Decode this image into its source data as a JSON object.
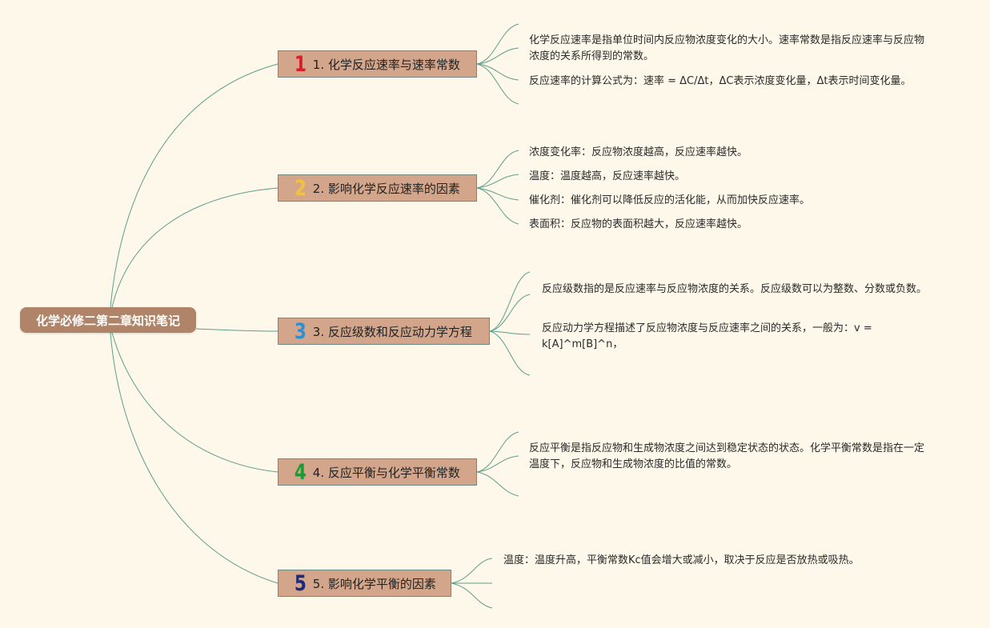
{
  "root": {
    "title": "化学必修二第二章知识笔记"
  },
  "topics": [
    {
      "num": "1",
      "num_color": "#d61f2c",
      "label": "1. 化学反应速率与速率常数",
      "notes": [
        "化学反应速率是指单位时间内反应物浓度变化的大小。速率常数是指反应速率与反应物浓度的关系所得到的常数。",
        "反应速率的计算公式为：速率 = ΔC/Δt，ΔC表示浓度变化量，Δt表示时间变化量。"
      ]
    },
    {
      "num": "2",
      "num_color": "#f2c23a",
      "label": "2. 影响化学反应速率的因素",
      "notes": [
        "浓度变化率：反应物浓度越高，反应速率越快。",
        "温度：温度越高，反应速率越快。",
        "催化剂：催化剂可以降低反应的活化能，从而加快反应速率。",
        "表面积：反应物的表面积越大，反应速率越快。"
      ]
    },
    {
      "num": "3",
      "num_color": "#2f8fd1",
      "label": "3. 反应级数和反应动力学方程",
      "notes": [
        "反应级数指的是反应速率与反应物浓度的关系。反应级数可以为整数、分数或负数。",
        "反应动力学方程描述了反应物浓度与反应速率之间的关系，一般为：v = k[A]^m[B]^n，"
      ]
    },
    {
      "num": "4",
      "num_color": "#1f9a35",
      "label": "4. 反应平衡与化学平衡常数",
      "notes": [
        "反应平衡是指反应物和生成物浓度之间达到稳定状态的状态。化学平衡常数是指在一定温度下，反应物和生成物浓度的比值的常数。"
      ]
    },
    {
      "num": "5",
      "num_color": "#1d2c7a",
      "label": "5. 影响化学平衡的因素",
      "notes": [
        "温度：温度升高，平衡常数Kc值会增大或减小，取决于反应是否放热或吸热。"
      ]
    }
  ],
  "colors": {
    "link": "#5e9e8c",
    "root_bg": "#b08468",
    "topic_bg": "#d3a58a",
    "background": "#fdf8e9"
  }
}
